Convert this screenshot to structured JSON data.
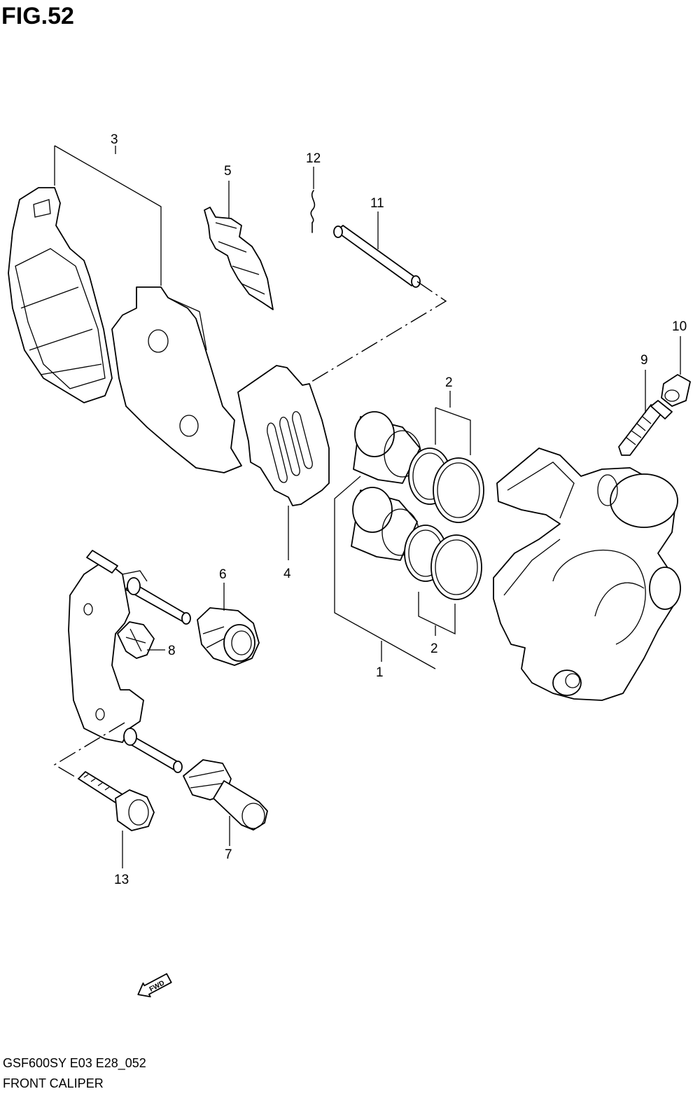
{
  "figure": {
    "title": "FIG.52"
  },
  "callouts": {
    "c1": "1",
    "c2a": "2",
    "c2b": "2",
    "c3": "3",
    "c4": "4",
    "c5": "5",
    "c6": "6",
    "c7": "7",
    "c8": "8",
    "c9": "9",
    "c10": "10",
    "c11": "11",
    "c12": "12",
    "c13": "13"
  },
  "fwd_label": "FWD",
  "footer": {
    "code": "GSF600SY E03 E28_052",
    "name": "FRONT CALIPER"
  }
}
